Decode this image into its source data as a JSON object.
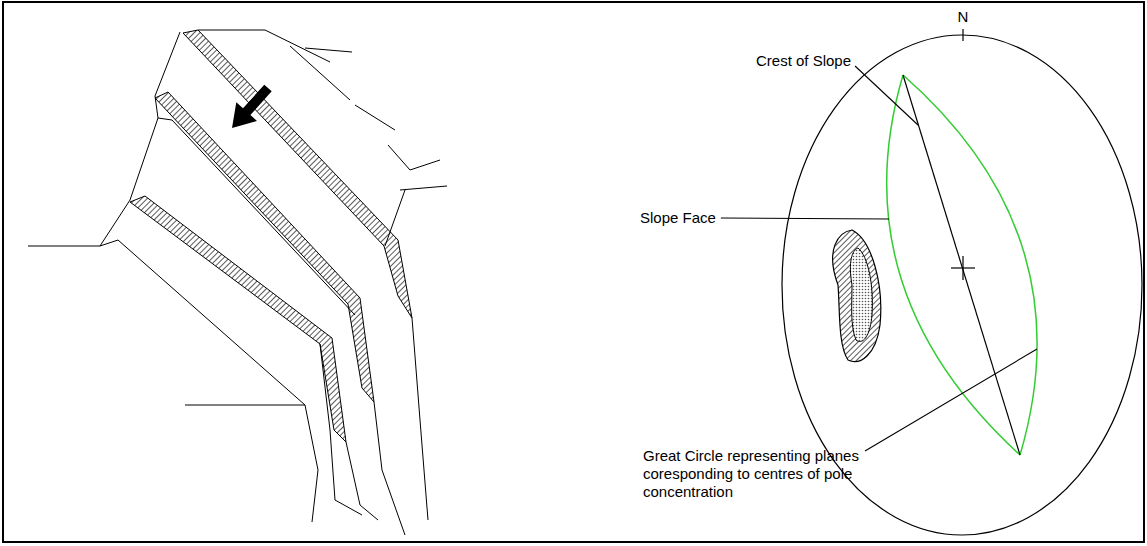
{
  "diagram": {
    "labels": [
      "N",
      "Crest of Slope",
      "Slope Face",
      "Great Circle representing planes coresponding to centres of pole concentration"
    ]
  }
}
